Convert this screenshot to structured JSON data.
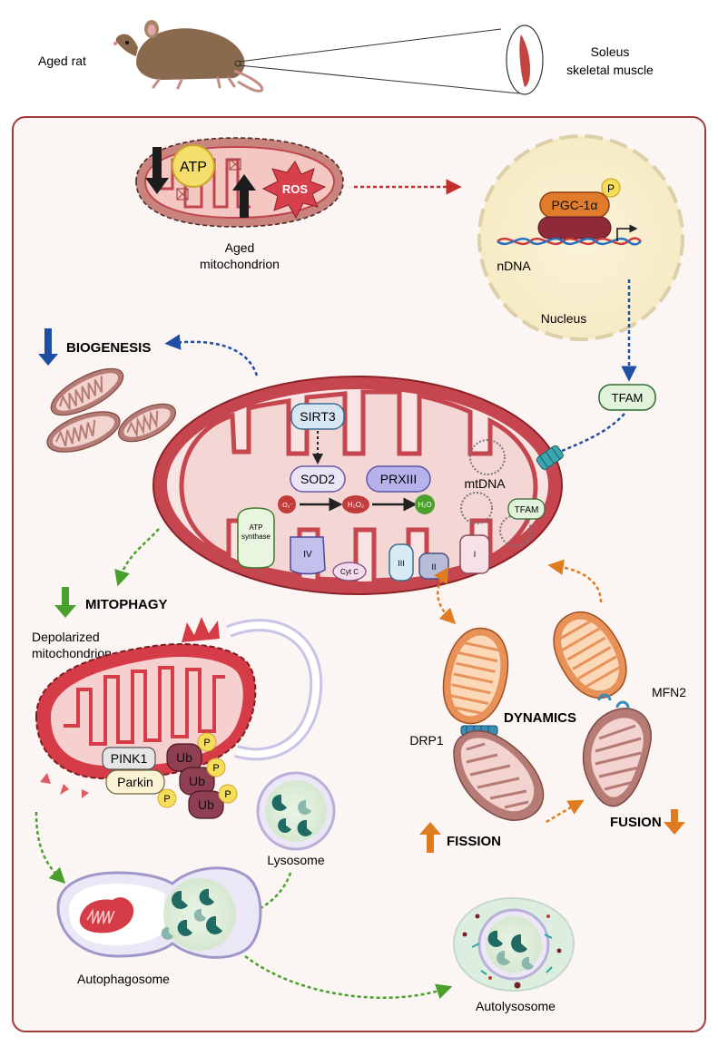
{
  "header": {
    "organism": "Aged rat",
    "muscle_line1": "Soleus",
    "muscle_line2": "skeletal muscle"
  },
  "aged_mito": {
    "atp": "ATP",
    "ros": "ROS",
    "caption_line1": "Aged",
    "caption_line2": "mitochondrion"
  },
  "nucleus": {
    "label": "Nucleus",
    "pgc": "PGC-1α",
    "phospho": "P",
    "dna": "nDNA"
  },
  "tfam_label": "TFAM",
  "biogenesis": "BIOGENESIS",
  "main_mito": {
    "sirt3": "SIRT3",
    "sod2": "SOD2",
    "prxiii": "PRXIII",
    "mtdna": "mtDNA",
    "tfam": "TFAM",
    "superoxide": "·O₂⁻",
    "h2o2": "H₂O₂",
    "h2o": "H₂O",
    "atp_synthase_line1": "ATP",
    "atp_synthase_line2": "synthase",
    "complex_iv": "IV",
    "cyt_c": "Cyt C",
    "complex_iii": "III",
    "complex_ii": "II",
    "complex_i": "I"
  },
  "mitophagy": {
    "title": "MITOPHAGY",
    "depol_line1": "Depolarized",
    "depol_line2": "mitochondrion",
    "pink1": "PINK1",
    "parkin": "Parkin",
    "ub": "Ub",
    "p": "P"
  },
  "lysosome": "Lysosome",
  "autophagosome": "Autophagosome",
  "autolysosome": "Autolysosome",
  "dynamics": {
    "title": "DYNAMICS",
    "drp1": "DRP1",
    "mfn2": "MFN2",
    "fission": "FISSION",
    "fusion": "FUSION"
  },
  "colors": {
    "frame": "#a33a3a",
    "panel": "#fbf6f4",
    "mito_outer": "#c0464e",
    "mito_inner": "#f2c7c4",
    "blue_arrow": "#1e4fa3",
    "green_arrow": "#4aa02c",
    "orange_arrow": "#e07b1f",
    "red_arrow": "#c43030"
  }
}
